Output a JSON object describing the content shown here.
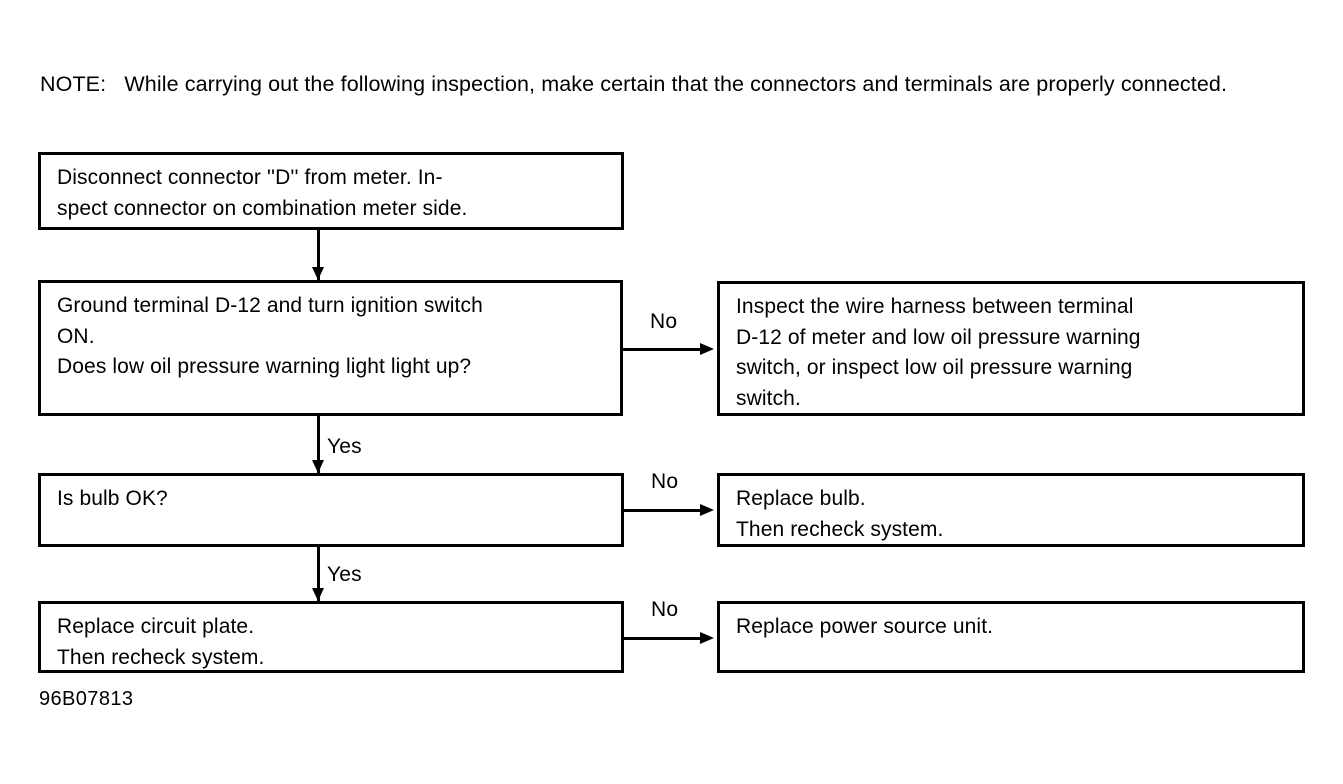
{
  "page": {
    "figure_code": "96B07813",
    "ink_color": "#000000",
    "background_color": "#ffffff"
  },
  "note": {
    "label": "NOTE:",
    "text": "NOTE:   While carrying out the following inspection, make certain that the connectors and terminals are properly connected."
  },
  "flowchart": {
    "type": "troubleshooting-flowchart",
    "boxes": [
      {
        "id": "disconnect",
        "column": "left",
        "text": "Disconnect connector ''D'' from meter. In-\nspect connector on combination meter side."
      },
      {
        "id": "ground",
        "column": "left",
        "text": "Ground terminal D-12 and turn ignition switch\nON.\nDoes low oil pressure warning light light up?"
      },
      {
        "id": "bulb",
        "column": "left",
        "text": "Is bulb OK?"
      },
      {
        "id": "circuit-plate",
        "column": "left",
        "text": "Replace circuit plate.\nThen recheck system."
      },
      {
        "id": "harness",
        "column": "right",
        "text": "Inspect the wire harness between terminal\nD-12 of meter and low oil pressure warning\nswitch, or inspect low oil pressure warning\nswitch."
      },
      {
        "id": "replace-bulb",
        "column": "right",
        "text": "Replace bulb.\nThen recheck system."
      },
      {
        "id": "power-source",
        "column": "right",
        "text": "Replace power source unit."
      }
    ],
    "branch_labels": {
      "no_1": "No",
      "no_2": "No",
      "no_3": "No",
      "yes_1": "Yes",
      "yes_2": "Yes"
    },
    "connections": [
      {
        "from": "disconnect",
        "to": "ground",
        "label": "",
        "direction": "down"
      },
      {
        "from": "ground",
        "to": "harness",
        "label": "No",
        "direction": "right"
      },
      {
        "from": "ground",
        "to": "bulb",
        "label": "Yes",
        "direction": "down"
      },
      {
        "from": "bulb",
        "to": "replace-bulb",
        "label": "No",
        "direction": "right"
      },
      {
        "from": "bulb",
        "to": "circuit-plate",
        "label": "Yes",
        "direction": "down"
      },
      {
        "from": "circuit-plate",
        "to": "power-source",
        "label": "No",
        "direction": "right"
      }
    ]
  }
}
